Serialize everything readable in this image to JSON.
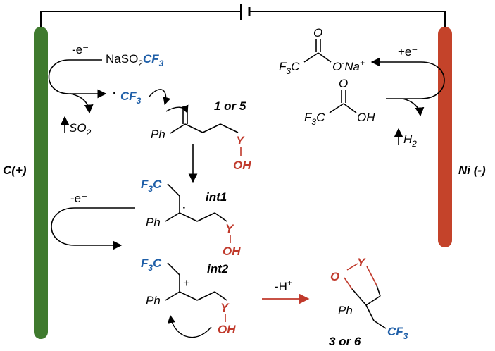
{
  "electrodes": {
    "anode_label": "C(+)",
    "cathode_label": "Ni (-)",
    "anode_color": "#3f7a2e",
    "cathode_color": "#c4432a"
  },
  "anode_cycle": {
    "electron_loss_1": "-e⁻",
    "reagent_prefix": "NaSO",
    "reagent_sub": "2",
    "reagent_cf": "CF",
    "reagent_cf_sub": "3",
    "radical_cf": "CF",
    "radical_cf_sub": "3",
    "byproduct": "SO",
    "byproduct_sub": "2",
    "substrate_label": "1 or 5",
    "electron_loss_2": "-e⁻"
  },
  "cathode_cycle": {
    "electron_gain": "+e⁻",
    "salt_f": "F",
    "salt_f_sub": "3",
    "salt_c": "C",
    "salt_anion": "O",
    "salt_minus": "-",
    "salt_cation": "Na",
    "salt_plus": "+",
    "acid_f": "F",
    "acid_f_sub": "3",
    "acid_c": "C",
    "acid_oh": "OH",
    "carbonyl_o1": "O",
    "carbonyl_o2": "O",
    "gas": "H",
    "gas_sub": "2"
  },
  "structures": {
    "ph": "Ph",
    "y": "Y",
    "oh": "OH",
    "o": "O",
    "f3c_f": "F",
    "f3c_sub": "3",
    "f3c_c": "C",
    "radical_dot": "·",
    "cation_plus": "+",
    "int1_label": "int1",
    "int2_label": "int2",
    "deprotonation": "-H",
    "deprotonation_plus": "+",
    "product_cf": "CF",
    "product_cf_sub": "3",
    "product_label": "3 or 6"
  },
  "colors": {
    "blue": "#1f5fa8",
    "red": "#c0392b"
  }
}
